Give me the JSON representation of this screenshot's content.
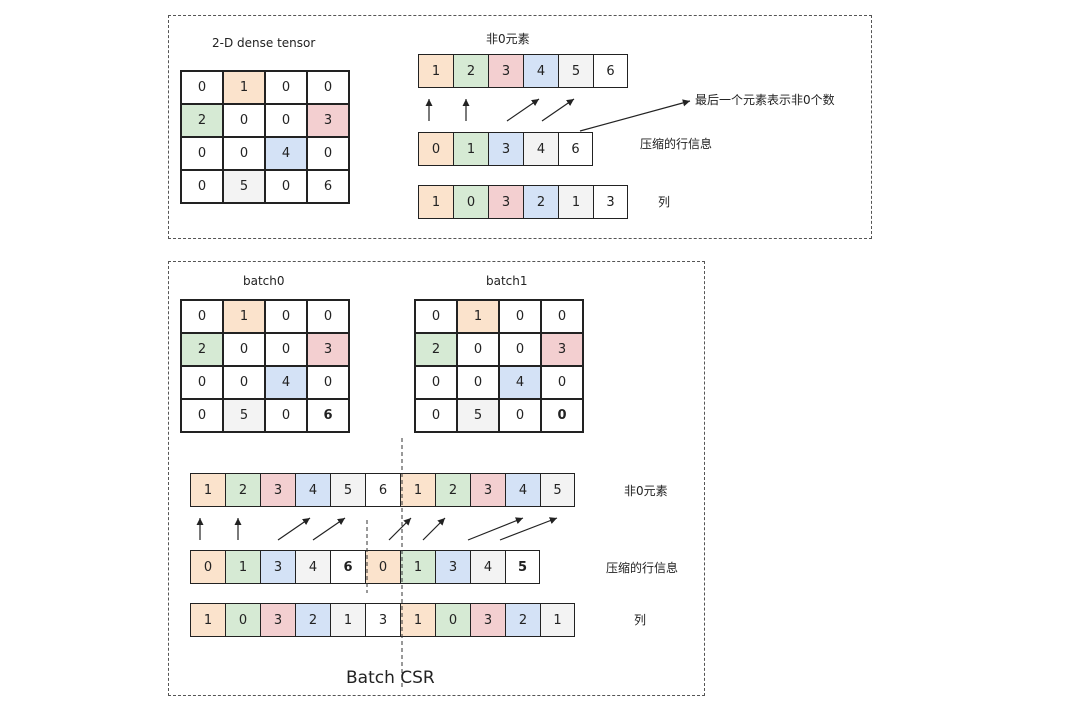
{
  "colors": {
    "orange": "#fbe3cc",
    "green": "#d6ead4",
    "red": "#f3cfd0",
    "blue": "#d4e2f6",
    "gray": "#f3f3f3",
    "white": "#ffffff"
  },
  "top": {
    "dense_title": "2-D dense tensor",
    "dense": [
      [
        {
          "v": "0",
          "c": "white"
        },
        {
          "v": "1",
          "c": "orange"
        },
        {
          "v": "0",
          "c": "white"
        },
        {
          "v": "0",
          "c": "white"
        }
      ],
      [
        {
          "v": "2",
          "c": "green"
        },
        {
          "v": "0",
          "c": "white"
        },
        {
          "v": "0",
          "c": "white"
        },
        {
          "v": "3",
          "c": "red"
        }
      ],
      [
        {
          "v": "0",
          "c": "white"
        },
        {
          "v": "0",
          "c": "white"
        },
        {
          "v": "4",
          "c": "blue"
        },
        {
          "v": "0",
          "c": "white"
        }
      ],
      [
        {
          "v": "0",
          "c": "white"
        },
        {
          "v": "5",
          "c": "gray"
        },
        {
          "v": "0",
          "c": "white"
        },
        {
          "v": "6",
          "c": "white"
        }
      ]
    ],
    "nonzero_title": "非0元素",
    "values": [
      {
        "v": "1",
        "c": "orange"
      },
      {
        "v": "2",
        "c": "green"
      },
      {
        "v": "3",
        "c": "red"
      },
      {
        "v": "4",
        "c": "blue"
      },
      {
        "v": "5",
        "c": "gray"
      },
      {
        "v": "6",
        "c": "white"
      }
    ],
    "crows": [
      {
        "v": "0",
        "c": "orange"
      },
      {
        "v": "1",
        "c": "green"
      },
      {
        "v": "3",
        "c": "blue"
      },
      {
        "v": "4",
        "c": "gray"
      },
      {
        "v": "6",
        "c": "white"
      }
    ],
    "crows_label": "压缩的行信息",
    "cols": [
      {
        "v": "1",
        "c": "orange"
      },
      {
        "v": "0",
        "c": "green"
      },
      {
        "v": "3",
        "c": "red"
      },
      {
        "v": "2",
        "c": "blue"
      },
      {
        "v": "1",
        "c": "gray"
      },
      {
        "v": "3",
        "c": "white"
      }
    ],
    "cols_label": "列",
    "note": "最后一个元素表示非0个数"
  },
  "bottom": {
    "batch0_title": "batch0",
    "batch0": [
      [
        {
          "v": "0",
          "c": "white"
        },
        {
          "v": "1",
          "c": "orange"
        },
        {
          "v": "0",
          "c": "white"
        },
        {
          "v": "0",
          "c": "white"
        }
      ],
      [
        {
          "v": "2",
          "c": "green"
        },
        {
          "v": "0",
          "c": "white"
        },
        {
          "v": "0",
          "c": "white"
        },
        {
          "v": "3",
          "c": "red"
        }
      ],
      [
        {
          "v": "0",
          "c": "white"
        },
        {
          "v": "0",
          "c": "white"
        },
        {
          "v": "4",
          "c": "blue"
        },
        {
          "v": "0",
          "c": "white"
        }
      ],
      [
        {
          "v": "0",
          "c": "white"
        },
        {
          "v": "5",
          "c": "gray"
        },
        {
          "v": "0",
          "c": "white"
        },
        {
          "v": "6",
          "c": "white",
          "b": true
        }
      ]
    ],
    "batch1_title": "batch1",
    "batch1": [
      [
        {
          "v": "0",
          "c": "white"
        },
        {
          "v": "1",
          "c": "orange"
        },
        {
          "v": "0",
          "c": "white"
        },
        {
          "v": "0",
          "c": "white"
        }
      ],
      [
        {
          "v": "2",
          "c": "green"
        },
        {
          "v": "0",
          "c": "white"
        },
        {
          "v": "0",
          "c": "white"
        },
        {
          "v": "3",
          "c": "red"
        }
      ],
      [
        {
          "v": "0",
          "c": "white"
        },
        {
          "v": "0",
          "c": "white"
        },
        {
          "v": "4",
          "c": "blue"
        },
        {
          "v": "0",
          "c": "white"
        }
      ],
      [
        {
          "v": "0",
          "c": "white"
        },
        {
          "v": "5",
          "c": "gray"
        },
        {
          "v": "0",
          "c": "white"
        },
        {
          "v": "0",
          "c": "white",
          "b": true
        }
      ]
    ],
    "values": [
      {
        "v": "1",
        "c": "orange"
      },
      {
        "v": "2",
        "c": "green"
      },
      {
        "v": "3",
        "c": "red"
      },
      {
        "v": "4",
        "c": "blue"
      },
      {
        "v": "5",
        "c": "gray"
      },
      {
        "v": "6",
        "c": "white"
      },
      {
        "v": "1",
        "c": "orange"
      },
      {
        "v": "2",
        "c": "green"
      },
      {
        "v": "3",
        "c": "red"
      },
      {
        "v": "4",
        "c": "blue"
      },
      {
        "v": "5",
        "c": "gray"
      }
    ],
    "values_label": "非0元素",
    "crows": [
      {
        "v": "0",
        "c": "orange"
      },
      {
        "v": "1",
        "c": "green"
      },
      {
        "v": "3",
        "c": "blue"
      },
      {
        "v": "4",
        "c": "gray"
      },
      {
        "v": "6",
        "c": "white",
        "b": true
      },
      {
        "v": "0",
        "c": "orange"
      },
      {
        "v": "1",
        "c": "green"
      },
      {
        "v": "3",
        "c": "blue"
      },
      {
        "v": "4",
        "c": "gray"
      },
      {
        "v": "5",
        "c": "white",
        "b": true
      }
    ],
    "crows_label": "压缩的行信息",
    "cols": [
      {
        "v": "1",
        "c": "orange"
      },
      {
        "v": "0",
        "c": "green"
      },
      {
        "v": "3",
        "c": "red"
      },
      {
        "v": "2",
        "c": "blue"
      },
      {
        "v": "1",
        "c": "gray"
      },
      {
        "v": "3",
        "c": "white"
      },
      {
        "v": "1",
        "c": "orange"
      },
      {
        "v": "0",
        "c": "green"
      },
      {
        "v": "3",
        "c": "red"
      },
      {
        "v": "2",
        "c": "blue"
      },
      {
        "v": "1",
        "c": "gray"
      }
    ],
    "cols_label": "列",
    "caption": "Batch CSR"
  }
}
